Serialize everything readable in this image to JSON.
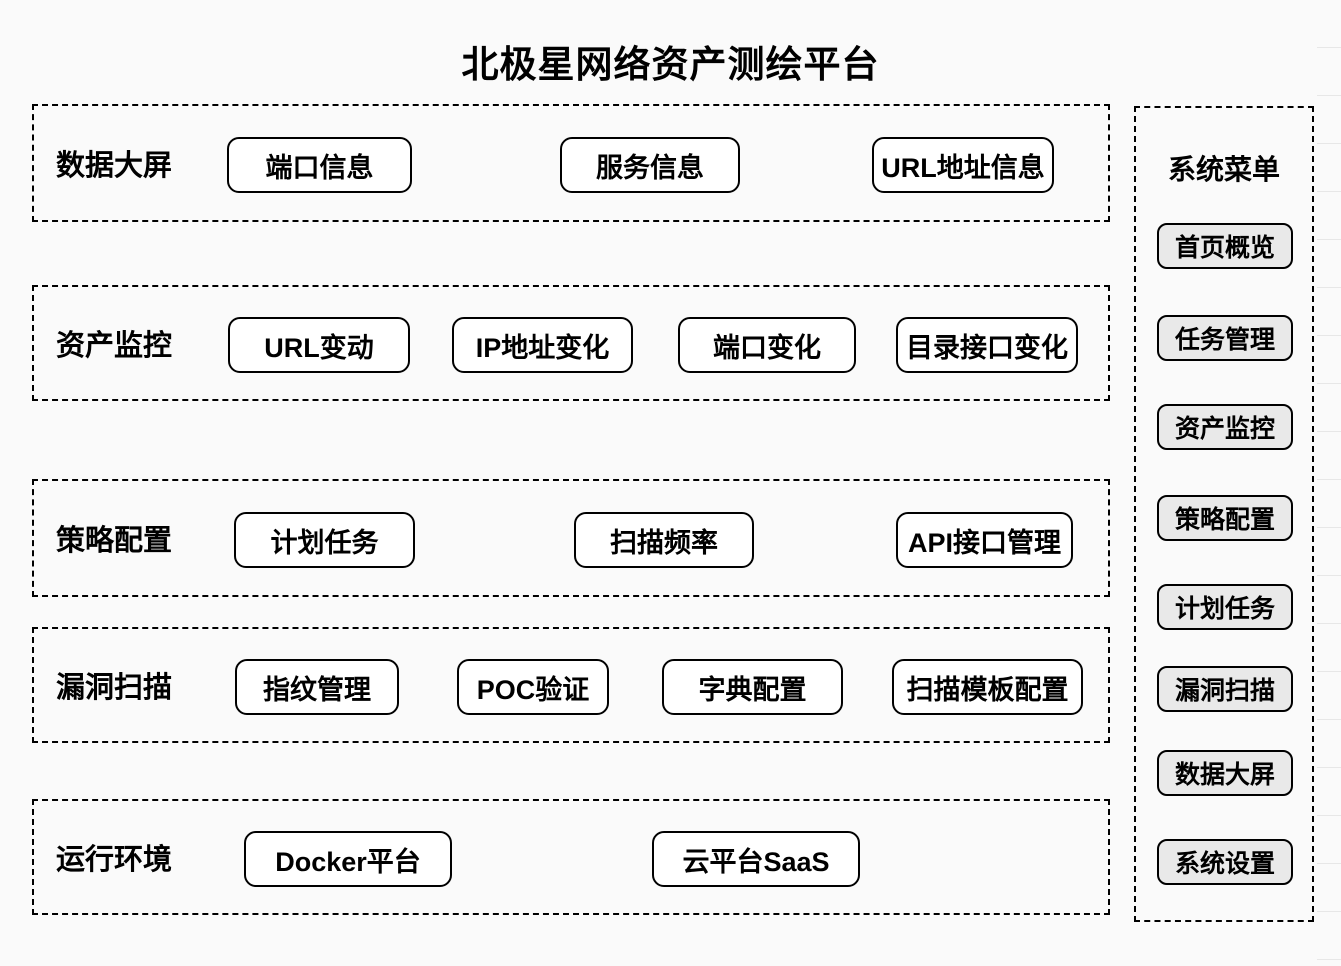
{
  "title": "北极星网络资产测绘平台",
  "sections": [
    {
      "label": "数据大屏",
      "items": [
        "端口信息",
        "服务信息",
        "URL地址信息"
      ]
    },
    {
      "label": "资产监控",
      "items": [
        "URL变动",
        "IP地址变化",
        "端口变化",
        "目录接口变化"
      ]
    },
    {
      "label": "策略配置",
      "items": [
        "计划任务",
        "扫描频率",
        "API接口管理"
      ]
    },
    {
      "label": "漏洞扫描",
      "items": [
        "指纹管理",
        "POC验证",
        "字典配置",
        "扫描模板配置"
      ]
    },
    {
      "label": "运行环境",
      "items": [
        "Docker平台",
        "云平台SaaS"
      ]
    }
  ],
  "sidebar": {
    "title": "系统菜单",
    "items": [
      "首页概览",
      "任务管理",
      "资产监控",
      "策略配置",
      "计划任务",
      "漏洞扫描",
      "数据大屏",
      "系统设置"
    ]
  },
  "colors": {
    "background": "#fafafa",
    "node_fill": "#ffffff",
    "menu_fill": "#e9e9e9",
    "border": "#000000",
    "text": "#000000"
  }
}
